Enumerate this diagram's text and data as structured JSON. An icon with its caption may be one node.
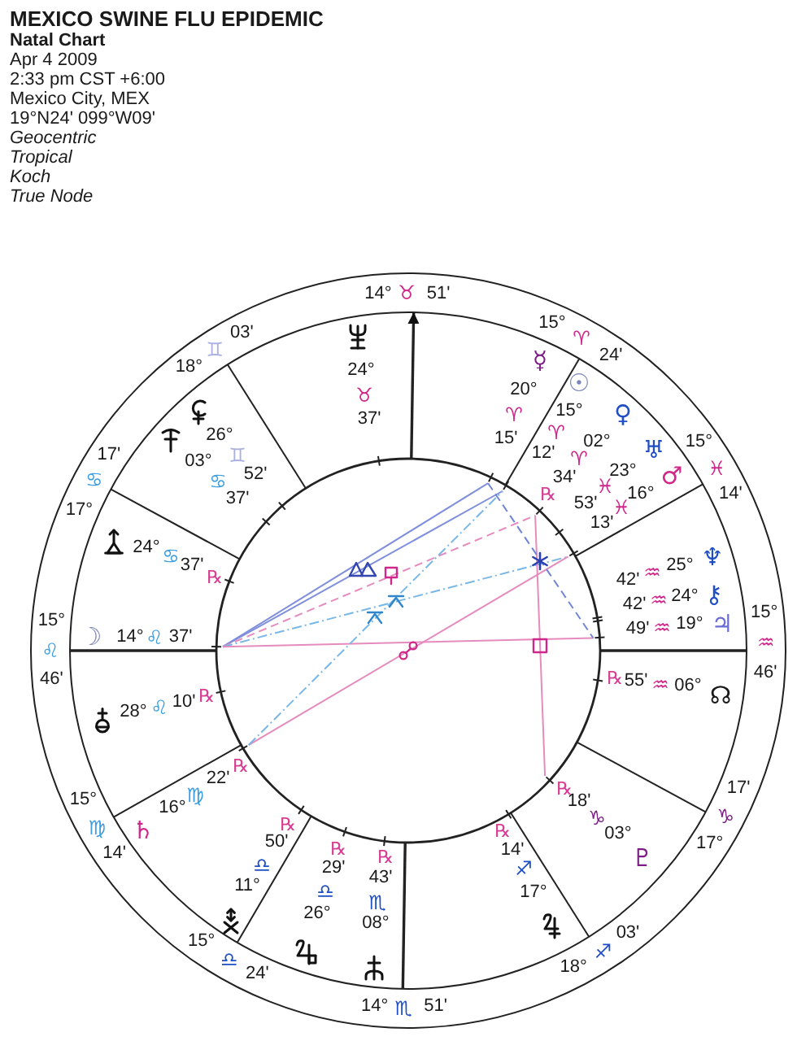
{
  "diagram": {
    "title": "MEXICO SWINE FLU EPIDEMIC",
    "labels": [
      "Natal Chart",
      "Apr 4 2009",
      "2:33 pm CST +6:00",
      "Mexico City, MEX",
      "19°N24' 099°W09'",
      "Geocentric",
      "Tropical",
      "Koch",
      "True Node",
      "14°",
      "♉",
      "51'",
      "18°",
      "♊",
      "03'",
      "15°",
      "♈",
      "24'",
      "24°",
      "♉",
      "37'",
      "☿",
      "20°",
      "♈",
      "15'",
      "☉",
      "15°",
      "♈",
      "12'",
      "♀",
      "02°",
      "♈",
      "34'",
      "℞",
      "26°",
      "♊",
      "52'",
      "03°",
      "♋",
      "37'",
      "♅",
      "23°",
      "♓",
      "53'",
      "15°",
      "♓",
      "14'",
      "♂",
      "16°",
      "♓",
      "13'",
      "17'",
      "♋",
      "17°",
      "24°",
      "♋",
      "37'",
      "℞",
      "42'",
      "♒",
      "25°",
      "♆",
      "42'",
      "♒",
      "24°",
      "⚷",
      "49'",
      "♒",
      "19°",
      "♃",
      "15°",
      "♒",
      "46'",
      "15°",
      "♌",
      "46'",
      "☽",
      "14°",
      "♌",
      "37'",
      "℞",
      "55'",
      "♒",
      "06°",
      "☊",
      "28°",
      "♌",
      "10'",
      "℞",
      "♄",
      "16°",
      "♍",
      "22'",
      "℞",
      "15°",
      "♍",
      "14'",
      "℞",
      "18'",
      "♑",
      "03°",
      "♇",
      "17'",
      "♑",
      "17°",
      "℞",
      "50'",
      "♎",
      "11°",
      "℞",
      "14'",
      "♐",
      "17°",
      "℞",
      "29'",
      "♎",
      "26°",
      "℞",
      "43'",
      "♏",
      "08°",
      "15°",
      "♎",
      "24'",
      "18°",
      "♐",
      "03'",
      "14°",
      "♏",
      "51'"
    ]
  }
}
